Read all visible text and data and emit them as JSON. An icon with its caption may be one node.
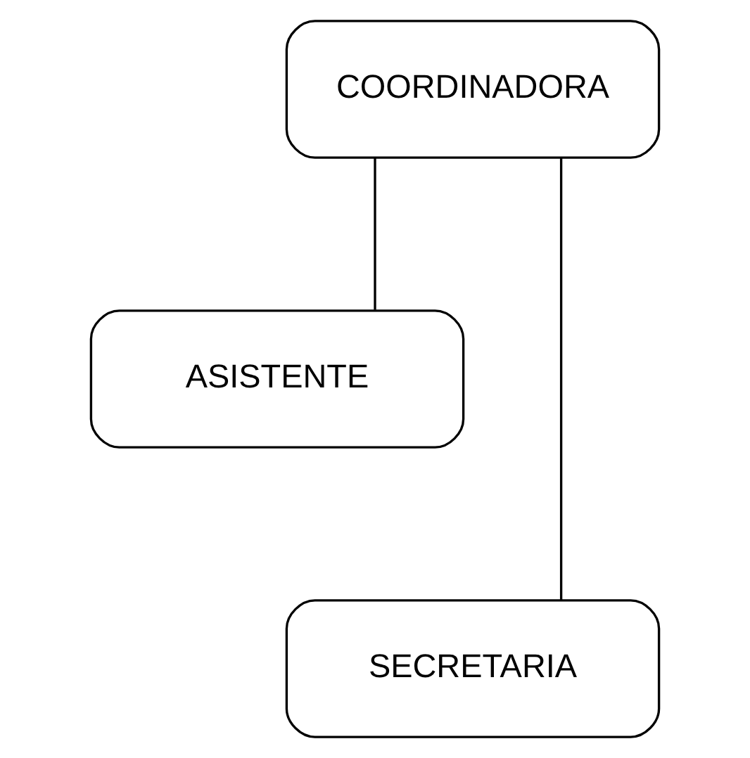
{
  "diagram": {
    "nodes": [
      {
        "text": [
          "COORDINADORA"
        ]
      },
      {
        "text": [
          "ASISTENTE"
        ]
      },
      {
        "text": [
          "SECRETARIA"
        ]
      }
    ],
    "edges": [
      {
        "from": 0,
        "to": 1,
        "arrow": "none"
      },
      {
        "from": 0,
        "to": 2,
        "arrow": "none"
      }
    ]
  }
}
